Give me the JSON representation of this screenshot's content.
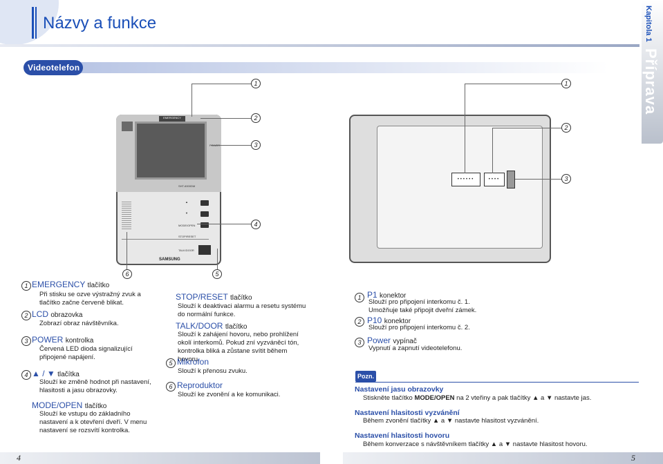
{
  "header": {
    "title": "Názvy a funkce",
    "section": "Videotelefon"
  },
  "side_tab": {
    "label_small": "Kapitola 1",
    "label_big": "Příprava"
  },
  "callout_numbers": {
    "one": "1",
    "two": "2",
    "three": "3",
    "four": "4",
    "five": "5",
    "six": "6"
  },
  "device_front": {
    "emergency": "EMERGENCY",
    "power": "POWER",
    "model": "SHT-6000DM",
    "mode_open": "MODE/OPEN",
    "stop_reset": "STOP/RESET",
    "talk_door": "TALK/DOOR",
    "brand": "SAMSUNG",
    "up": "▲",
    "down": "▼"
  },
  "left_col": {
    "items": [
      {
        "num": "1",
        "title": "EMERGENCY",
        "suffix": "tlačítko",
        "text": "Při stisku se ozve výstražný zvuk a tlačítko začne červeně blikat."
      },
      {
        "num": "2",
        "title": "LCD",
        "suffix": "obrazovka",
        "text": "Zobrazí obraz návštěvníka."
      },
      {
        "num": "3",
        "title": "POWER",
        "suffix": "kontrolka",
        "text": "Červená LED dioda signalizující připojené napájení."
      },
      {
        "num": "4",
        "title": "▲ / ▼",
        "suffix": "tlačítka",
        "text": "Slouží ke změně hodnot při nastavení, hlasitosti a jasu obrazovky."
      },
      {
        "num": "",
        "title": "MODE/OPEN",
        "suffix": "tlačítko",
        "text": "Slouží ke vstupu do základního nastavení a k otevření dveří. V menu nastavení se rozsvítí kontrolka."
      }
    ]
  },
  "mid_col": {
    "items": [
      {
        "num": "",
        "title": "STOP/RESET",
        "suffix": "tlačítko",
        "text": "Slouží k deaktivaci alarmu a resetu systému do normální funkce."
      },
      {
        "num": "",
        "title": "TALK/DOOR",
        "suffix": "tlačítko",
        "text": "Slouží k zahájení hovoru, nebo prohlížení okolí interkomů. Pokud zní vyzváněcí tón, kontrolka bliká a zůstane svítit během hovoru."
      },
      {
        "num": "5",
        "title": "Mikrofon",
        "suffix": "",
        "text": "Slouží k přenosu zvuku."
      },
      {
        "num": "6",
        "title": "Reproduktor",
        "suffix": "",
        "text": "Slouží ke zvonění a ke komunikaci."
      }
    ]
  },
  "right_col": {
    "items": [
      {
        "num": "1",
        "title": "P1",
        "suffix": "konektor",
        "text": "Slouží pro připojení interkomu č. 1. Umožňuje také připojit dveřní zámek."
      },
      {
        "num": "2",
        "title": "P10",
        "suffix": "konektor",
        "text": "Slouží pro připojení interkomu č. 2."
      },
      {
        "num": "3",
        "title": "Power",
        "suffix": "vypínač",
        "text": "Vypnutí a zapnutí videotelefonu."
      }
    ]
  },
  "note": {
    "label": "Pozn.",
    "items": [
      {
        "title": "Nastavení jasu obrazovky",
        "pre": "Stiskněte tlačítko",
        "bold": "MODE/OPEN",
        "post": "na 2 vteřiny a pak tlačítky ▲ a ▼ nastavte jas."
      },
      {
        "title": "Nastavení hlasitosti vyzvánění",
        "pre": "Během zvonění tlačítky ▲ a ▼ nastavte hlasitost vyzvánění.",
        "bold": "",
        "post": ""
      },
      {
        "title": "Nastavení hlasitosti hovoru",
        "pre": "Během konverzace s návštěvníkem tlačítky ▲ a ▼ nastavte hlasitost hovoru.",
        "bold": "",
        "post": ""
      }
    ]
  },
  "footer": {
    "left_page": "4",
    "right_page": "5"
  },
  "colors": {
    "accent": "#2b4fa8",
    "title": "#1a4fb8"
  }
}
